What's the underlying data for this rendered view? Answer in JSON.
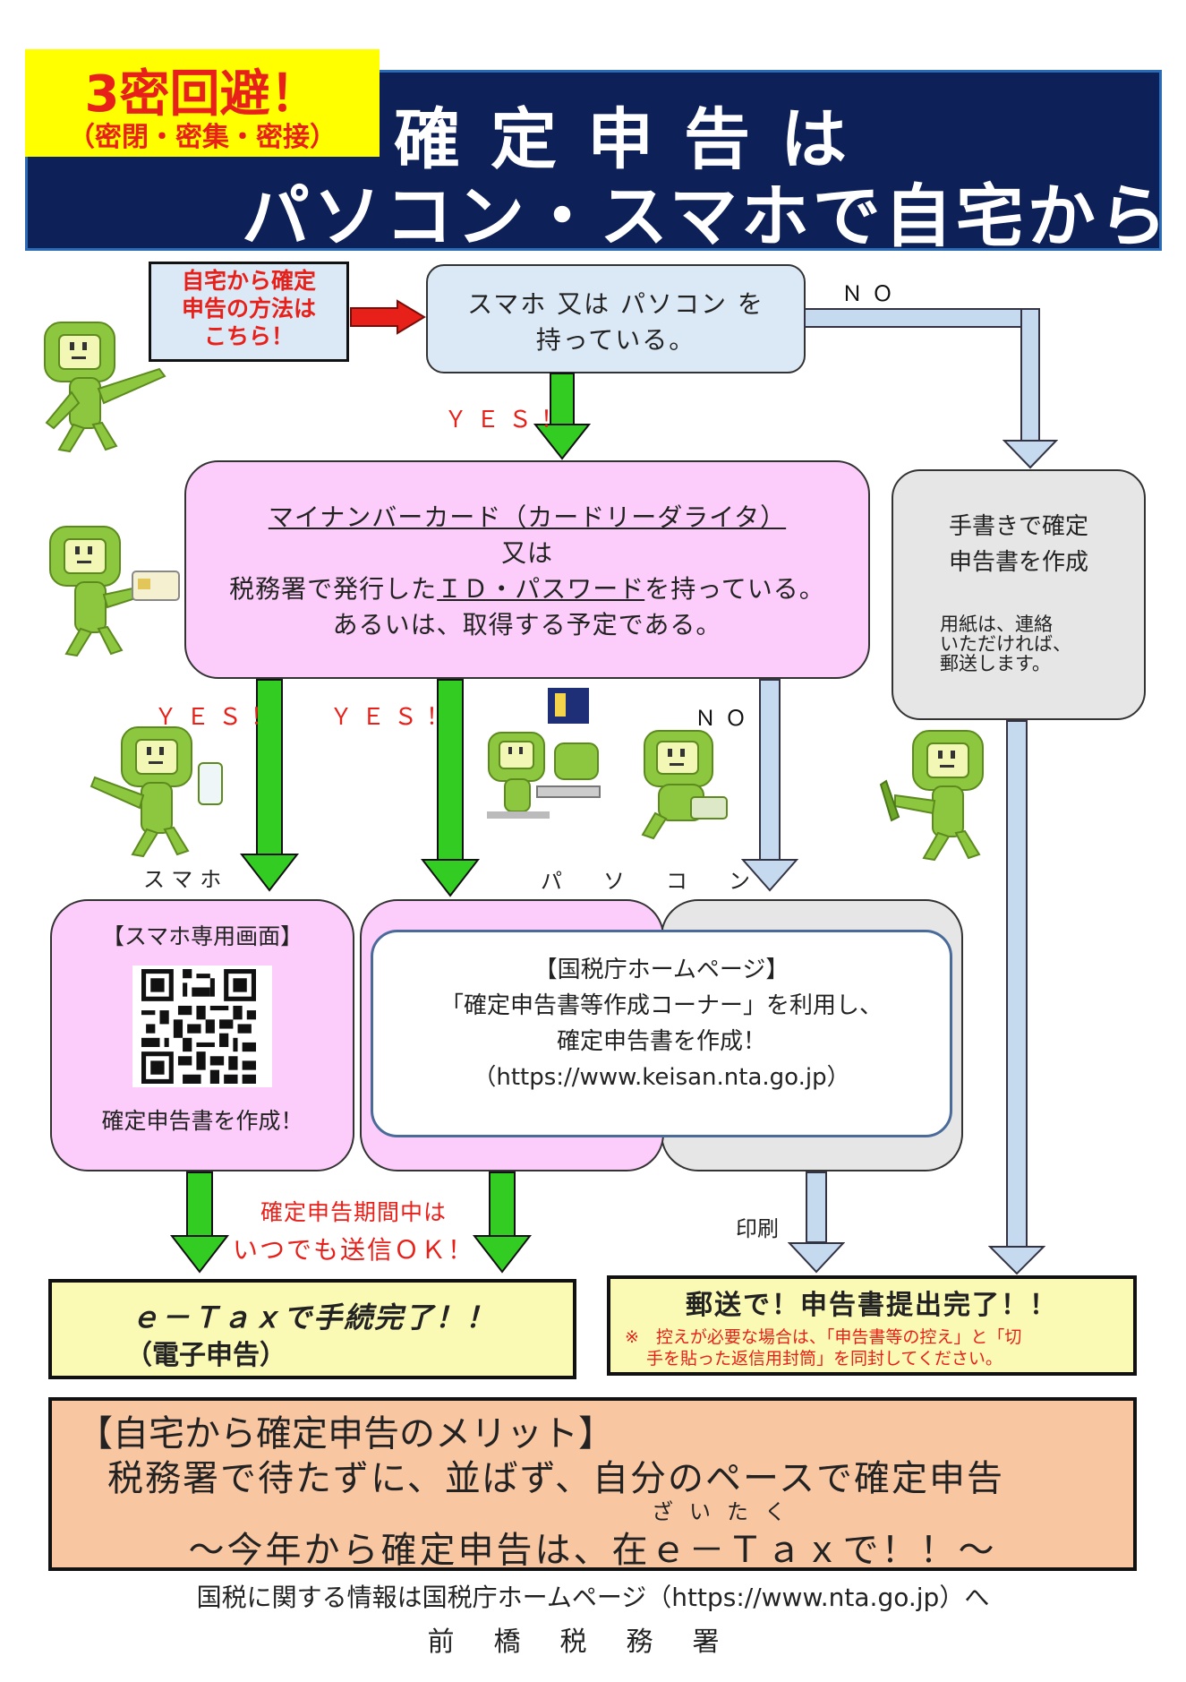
{
  "header": {
    "badge_main": "3密回避！",
    "badge_sub": "（密閉・密集・密接）",
    "title_line1": "確定申告は",
    "title_line2": "パソコン・スマホで自宅から！"
  },
  "start_box": {
    "line1": "自宅から確定",
    "line2": "申告の方法は",
    "line3": "こちら！"
  },
  "question1": {
    "line1": "スマホ 又は パソコン を",
    "line2": "持っている。"
  },
  "question2": {
    "line1": "マイナンバーカード（カードリーダライタ）",
    "line2": "又は",
    "line3_a": "税務署で発行した",
    "line3_b": "ＩＤ・パスワード",
    "line3_c": "を持っている。",
    "line4": "あるいは、取得する予定である。"
  },
  "handwritten_box": {
    "line1": "手書きで確定",
    "line2": "申告書を作成",
    "note1": "用紙は、連絡",
    "note2": "いただければ、",
    "note3": "郵送します。"
  },
  "labels": {
    "no": "ＮＯ",
    "yes": "ＹＥＳ！",
    "smartphone": "スマホ",
    "pc": "パソコン",
    "print": "印刷",
    "anytime1": "確定申告期間中は",
    "anytime2": "いつでも送信ＯＫ！"
  },
  "smartphone_box": {
    "title": "【スマホ専用画面】",
    "action": "確定申告書を作成！"
  },
  "nta_box": {
    "title": "【国税庁ホームページ】",
    "line2": "「確定申告書等作成コーナー」を利用し、",
    "line3": "確定申告書を作成！",
    "url": "（https://www.keisan.nta.go.jp）"
  },
  "etax_result": {
    "line1": "ｅ－Ｔａｘで手続完了！！",
    "line2": "（電子申告）"
  },
  "mail_result": {
    "title": "郵送で！申告書提出完了！！",
    "note1": "※　控えが必要な場合は、「申告書等の控え」と「切",
    "note2": "手を貼った返信用封筒」を同封してください。"
  },
  "merit": {
    "title": "【自宅から確定申告のメリット】",
    "line2": "税務署で待たずに、並ばず、自分のペースで確定申告",
    "ruby": "ざいたく",
    "line3": "～今年から確定申告は、在ｅ－Ｔａｘで！！～"
  },
  "footer": {
    "info": "国税に関する情報は国税庁ホームページ（https://www.nta.go.jp）へ",
    "office": "前橋税務署"
  },
  "colors": {
    "navy": "#0d2057",
    "red": "#e8201a",
    "green_arrow": "#33cc22",
    "blue_arrow": "#c5d9ef",
    "pink": "#fccdfa",
    "mascot": "#8dc63f"
  }
}
